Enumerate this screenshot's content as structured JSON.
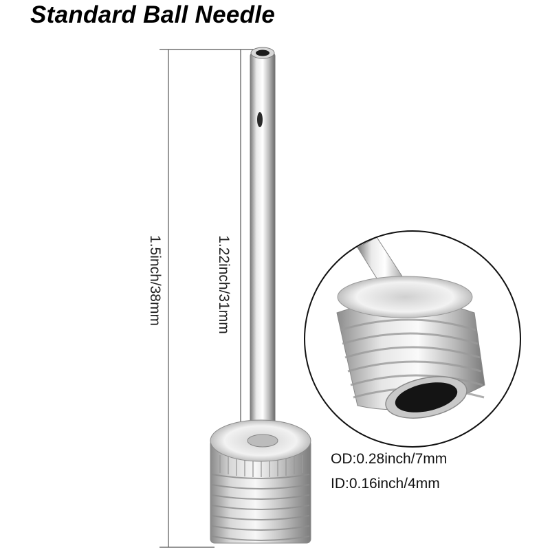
{
  "title": "Standard Ball Needle",
  "dimensions": {
    "total_length": "1.5inch/38mm",
    "pin_length": "1.22inch/31mm"
  },
  "specs": {
    "outer_diameter": "OD:0.28inch/7mm",
    "inner_diameter": "ID:0.16inch/4mm"
  },
  "colors": {
    "metal_light": "#f2f2f2",
    "metal_mid": "#bdbdbd",
    "metal_dark": "#6e6e6e",
    "line": "#555555"
  }
}
